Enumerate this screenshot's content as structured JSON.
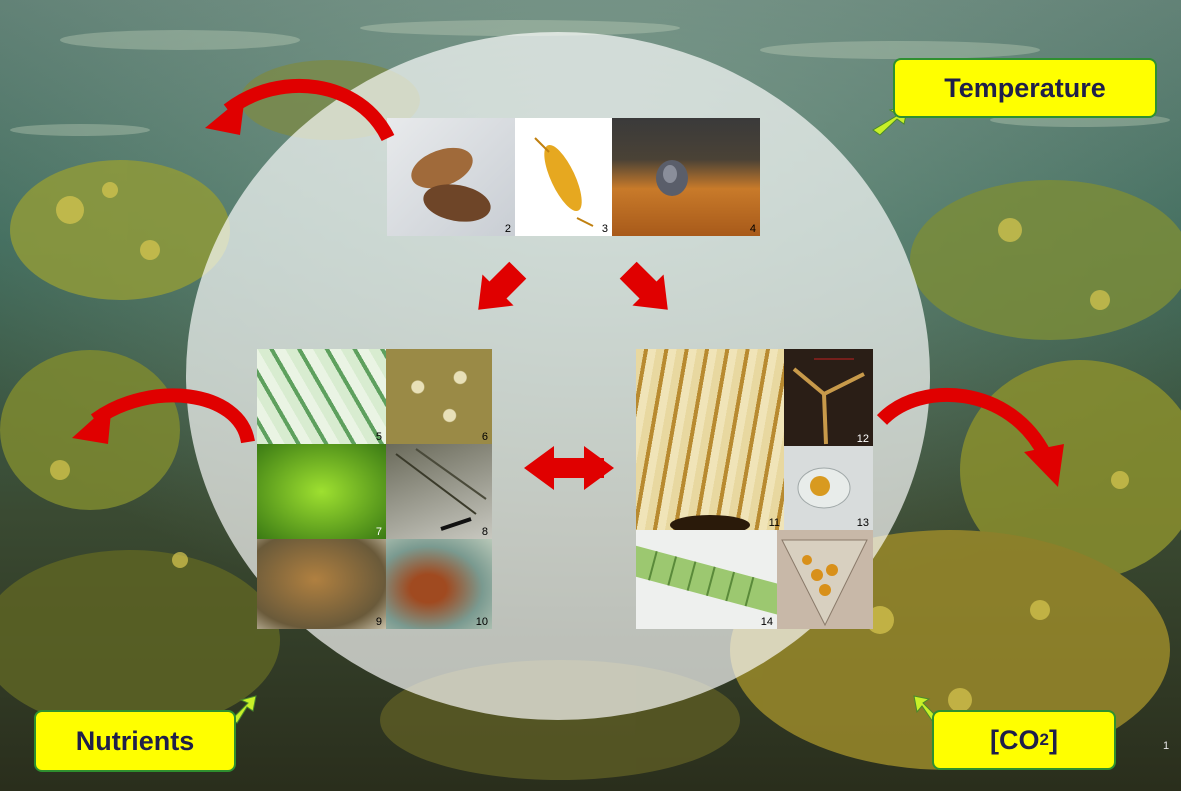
{
  "diagram": {
    "slide_number": "1",
    "factors": {
      "temperature": "Temperature",
      "nutrients": "Nutrients",
      "co2_prefix": "[CO",
      "co2_sub": "2",
      "co2_suffix": "]"
    },
    "grazers": [
      "2",
      "3",
      "4"
    ],
    "macroalgae": [
      "5",
      "6",
      "7",
      "8",
      "9",
      "10"
    ],
    "microalgae": [
      "11",
      "12",
      "13",
      "14"
    ]
  },
  "colors": {
    "callout_fill": "#ffff00",
    "callout_border": "#2f8f2f",
    "callout_text": "#1f1f4a",
    "arrow_red": "#e00000",
    "arrow_yellow_green": "#c8f028"
  }
}
